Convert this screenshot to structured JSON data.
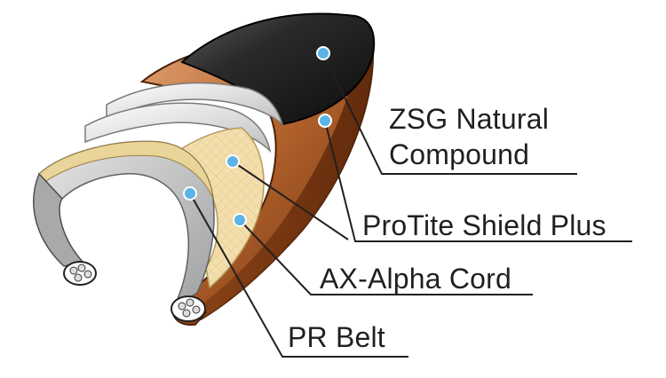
{
  "labels": {
    "zsg_line1": "ZSG Natural",
    "zsg_line2": "Compound",
    "protite": "ProTite Shield Plus",
    "ax_alpha": "AX-Alpha Cord",
    "pr_belt": "PR Belt"
  },
  "colors": {
    "tread_black": "#1c1c1c",
    "casing_brown": "#a4521f",
    "shield_tan": "#f3dfae",
    "inner_gray": "#c9cacc",
    "marker_blue": "#5ab4e6",
    "leader_line": "#231f20"
  }
}
